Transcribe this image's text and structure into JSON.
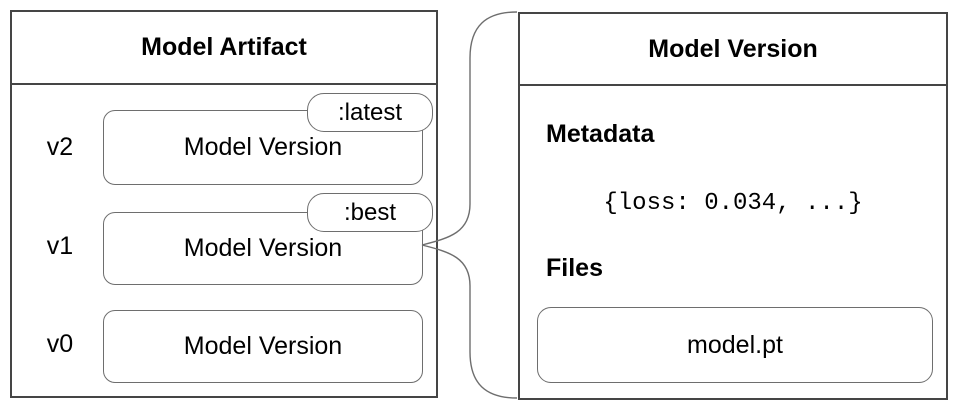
{
  "colors": {
    "background": "#ffffff",
    "panel_border": "#454545",
    "shape_stroke": "#6e6e6e",
    "text": "#000000"
  },
  "artifact_panel": {
    "title": "Model Artifact",
    "versions": [
      {
        "label": "v2",
        "name": "Model Version",
        "tag": ":latest"
      },
      {
        "label": "v1",
        "name": "Model Version",
        "tag": ":best"
      },
      {
        "label": "v0",
        "name": "Model Version"
      }
    ]
  },
  "version_panel": {
    "title": "Model Version",
    "metadata": {
      "heading": "Metadata",
      "value": "{loss: 0.034, ...}"
    },
    "files": {
      "heading": "Files",
      "items": [
        {
          "name": "model.pt"
        }
      ]
    }
  }
}
